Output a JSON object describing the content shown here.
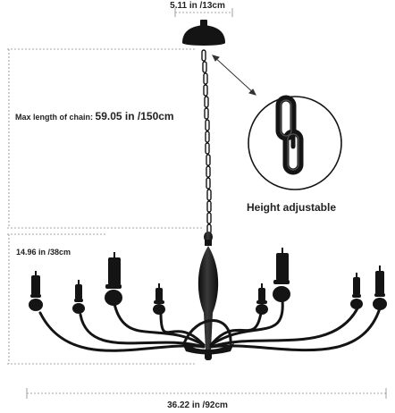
{
  "labels": {
    "canopy_width": "5.11 in /13cm",
    "chain_caption": "Max length of chain:",
    "chain_value": "59.05 in /150cm",
    "height_adjustable": "Height adjustable",
    "arm_height": "14.96 in /38cm",
    "overall_width": "36.22 in /92cm"
  },
  "colors": {
    "fixture": "#141414",
    "dimension_lines": "#888888",
    "leader_line": "#333333"
  },
  "icons": {
    "chain_detail": "chain-closeup-icon"
  }
}
